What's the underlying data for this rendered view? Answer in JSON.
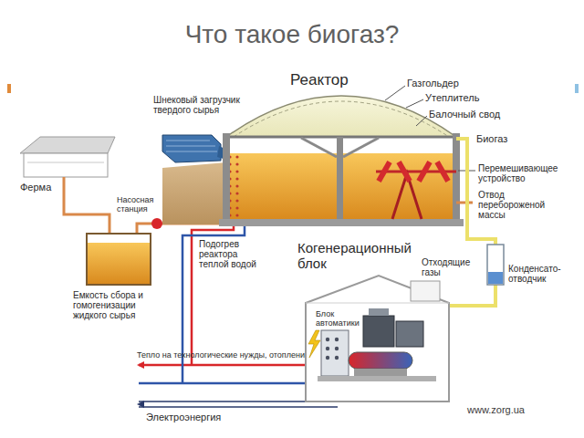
{
  "diagram": {
    "title": "Что такое биогаз?",
    "nodes": [
      {
        "text": [
          "Когенерационный блок",
          "Блок автоматики"
        ]
      }
    ],
    "labels": [
      "Реактор",
      "Газгольдер",
      "Утеплитель",
      "Балочный свод",
      "Биогаз",
      "Шнековый загрузчик твердого сырья",
      "Ферма",
      "Насосная станция",
      "Перемешивающее устройство",
      "Отвод перебороженой массы",
      "Подогрев реактора теплой водой",
      "Отходящие газы",
      "Конденсато-отводчик",
      "Емкость сбора и гомогенизации жидкого сырья",
      "Тепло на технологические нужды, отопление",
      "Электроэнергия",
      "www.zorg.ua"
    ]
  }
}
